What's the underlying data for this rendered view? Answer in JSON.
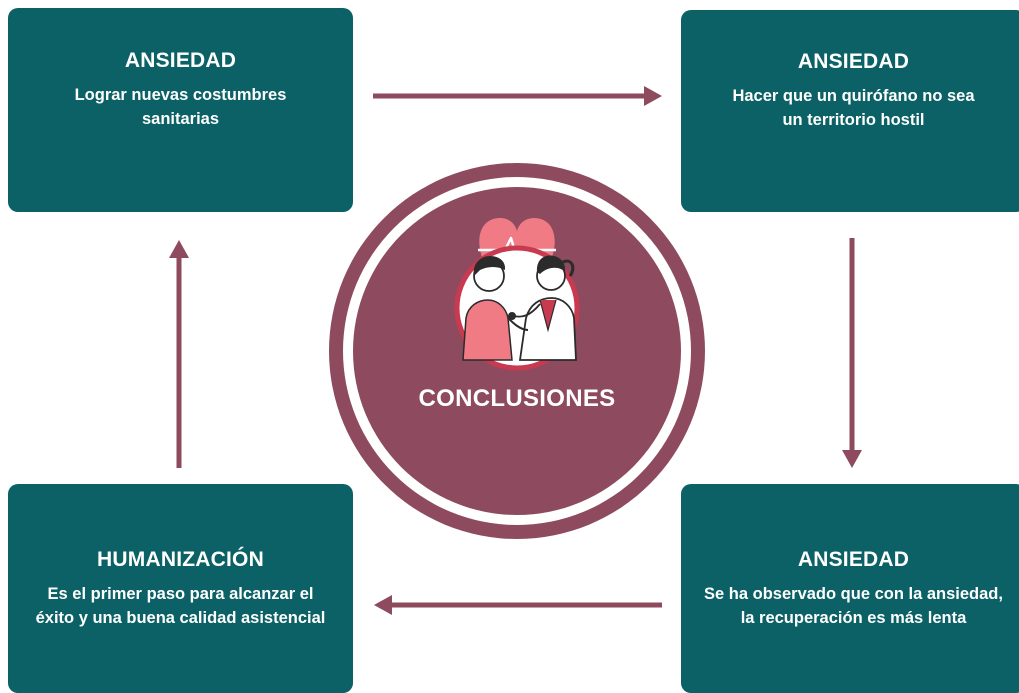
{
  "center": {
    "label": "CONCLUSIONES",
    "icon": "doctor-patient-heart-icon"
  },
  "boxes": {
    "top_left": {
      "title": "ANSIEDAD",
      "text": "Lograr nuevas costumbres\nsanitarias"
    },
    "top_right": {
      "title": "ANSIEDAD",
      "text": "Hacer que un quirófano no sea\nun territorio hostil"
    },
    "bottom_right": {
      "title": "ANSIEDAD",
      "text": "Se ha observado que con la ansiedad,\nla recuperación es más lenta"
    },
    "bottom_left": {
      "title": "HUMANIZACIÓN",
      "text": "Es el primer paso para alcanzar el\néxito y una buena calidad asistencial"
    }
  },
  "colors": {
    "box": "#0b6166",
    "circle": "#8e4a5e",
    "arrow": "#8e4a5e",
    "heart": "#f07b85"
  }
}
